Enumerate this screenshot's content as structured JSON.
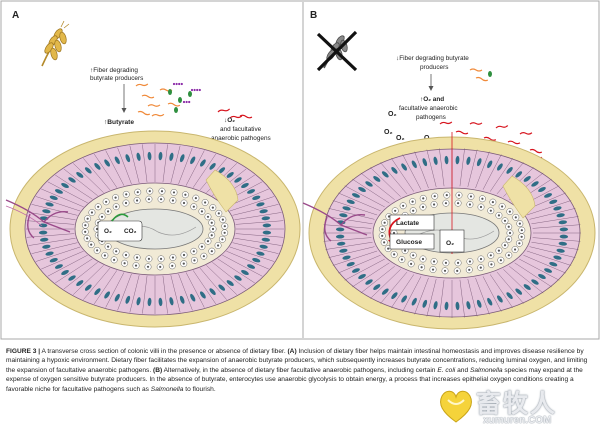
{
  "panel_a": {
    "letter": "A",
    "fiber_line1": "↑Fiber degrading",
    "fiber_line2": "butyrate producers",
    "butyrate": "↑Butyrate",
    "o2": "O₂",
    "o2_down_line1": "↓O₂",
    "o2_down_line2": "and facultative",
    "o2_down_line3": "anaerobic pathogens",
    "cell_o2": "O₂",
    "cell_co2": "CO₂"
  },
  "panel_b": {
    "letter": "B",
    "fiber_line1": "↓Fiber degrading butyrate",
    "fiber_line2": "producers",
    "o2_up_line1": "↑O₂ and",
    "o2_up_line2": "facultative anaerobic",
    "o2_up_line3": "pathogens",
    "o2": "O₂",
    "lactate": "Lactate",
    "glucose": "Glucose",
    "cell_o2": "O₂"
  },
  "caption": {
    "label": "FIGURE 3 |",
    "s1": " A transverse cross section of colonic villi in the presence or absence of dietary fiber. ",
    "a_label": "(A)",
    "s2": " Inclusion of dietary fiber helps maintain intestinal homeostasis and improves disease resilience by maintaining a hypoxic environment. Dietary fiber facilitates the expansion of anaerobic butyrate producers, which subsequently increases butyrate concentrations, reducing luminal oxygen, and limiting the expansion of facultative anaerobic pathogens. ",
    "b_label": "(B)",
    "s3": " Alternatively, in the absence of dietary fiber facultative anaerobic pathogens, including certain ",
    "ecoli": "E. coli",
    "s4": " and ",
    "salmonella1": "Salmonella",
    "s5": " species may expand at the expense of oxygen sensitive butyrate producers. In the absence of butyrate, enterocytes use anaerobic glycolysis to obtain energy, a process that increases epithelial oxygen conditions creating a favorable niche for facultative pathogens such as ",
    "salmonella2": "Salmonella",
    "s6": " to flourish."
  },
  "watermark": {
    "chinese": "畜牧人",
    "url": "xumuren.COM"
  },
  "colors": {
    "villus_pink": "#e6c6dc",
    "villus_outline": "#7a5a78",
    "nucleus_blue": "#2f6e86",
    "serosa_yellow": "#efe1a6",
    "lumen_gray": "#e4e6e2",
    "bacteria_orange": "#f08a3a",
    "bacteria_red": "#d7141e",
    "bacteria_purple": "#8c2ca8",
    "bacteria_green": "#2f8f3f"
  }
}
